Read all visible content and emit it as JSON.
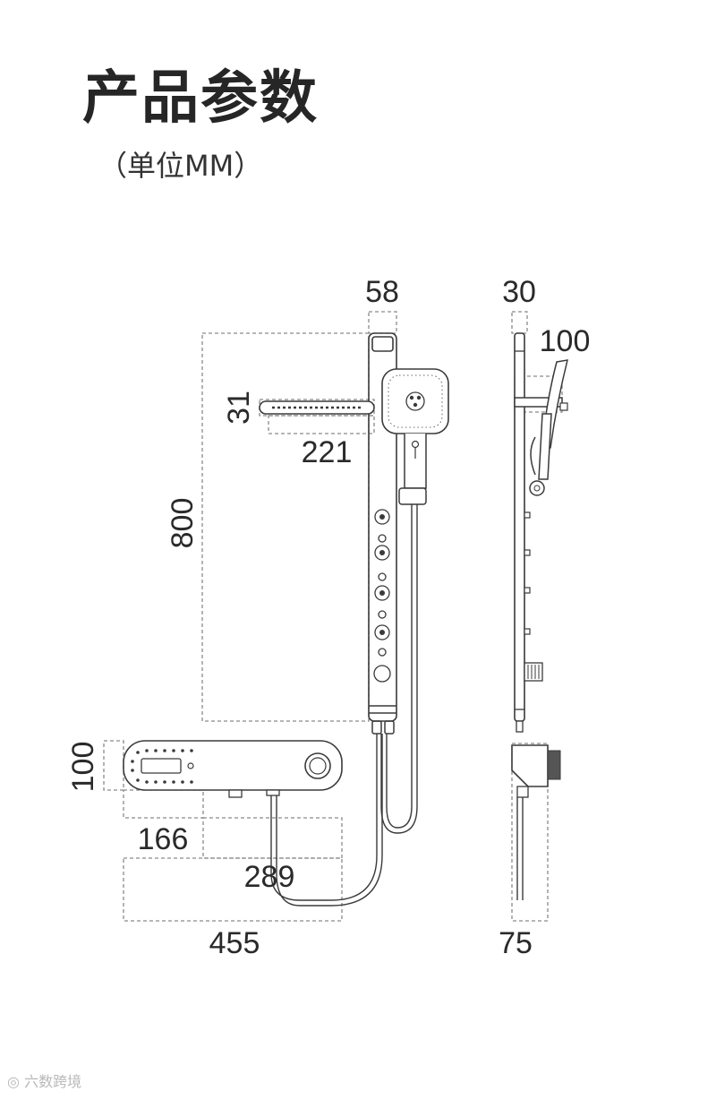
{
  "header": {
    "title": "产品参数",
    "unit_note": "（单位MM）"
  },
  "dimensions": {
    "top_width": "58",
    "side_depth": "30",
    "arm_height": "100",
    "shower_bar_height": "31",
    "shower_bar_length": "221",
    "panel_height": "800",
    "controller_height": "100",
    "controller_left": "166",
    "controller_right": "289",
    "total_width": "455",
    "side_bottom_depth": "75"
  },
  "watermark": "六数跨境",
  "colors": {
    "line": "#3a3a3a",
    "dash": "#8a8a8a",
    "text": "#2a2a2a"
  }
}
